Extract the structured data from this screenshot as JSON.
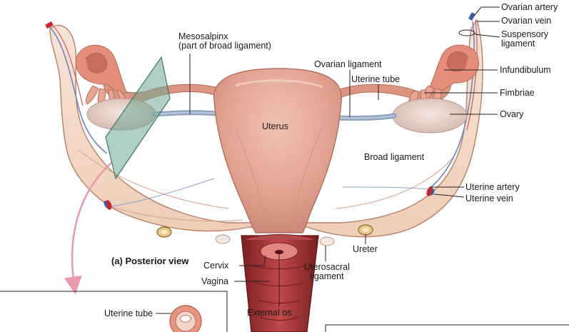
{
  "labels": {
    "ovarian_artery": "Ovarian artery",
    "ovarian_vein": "Ovarian vein",
    "suspensory_ligament": [
      "Suspensory",
      "ligament"
    ],
    "infundibulum": "Infundibulum",
    "fimbriae": "Fimbriae",
    "ovary": "Ovary",
    "mesosalpinx": [
      "Mesosalpinx",
      "(part of broad ligament)"
    ],
    "ovarian_ligament": "Ovarian ligament",
    "uterine_tube": "Uterine tube",
    "uterus": "Uterus",
    "broad_ligament": "Broad ligament",
    "uterine_artery": "Uterine artery",
    "uterine_vein": "Uterine vein",
    "ureter": "Ureter",
    "posterior_view": "(a) Posterior view",
    "cervix": "Cervix",
    "vagina": "Vagina",
    "uterosacral_ligament": [
      "Uterosacral",
      "ligament"
    ],
    "external_os": "External os",
    "inset_uterine_tube": "Uterine tube"
  },
  "colors": {
    "ligament_fill": "#f2d6c2",
    "ligament_edge": "#b97f68",
    "uterus_fill": "#e4a895",
    "uterus_edge": "#b06f5c",
    "tube_fill": "#d98b78",
    "ovary_fill": "#e7d3cb",
    "artery": "#c9252c",
    "vein": "#3b5ba8",
    "ureter": "#d9b05a",
    "plane": "#6fa894",
    "arrow": "#ea9aa8",
    "leader": "#222222"
  }
}
